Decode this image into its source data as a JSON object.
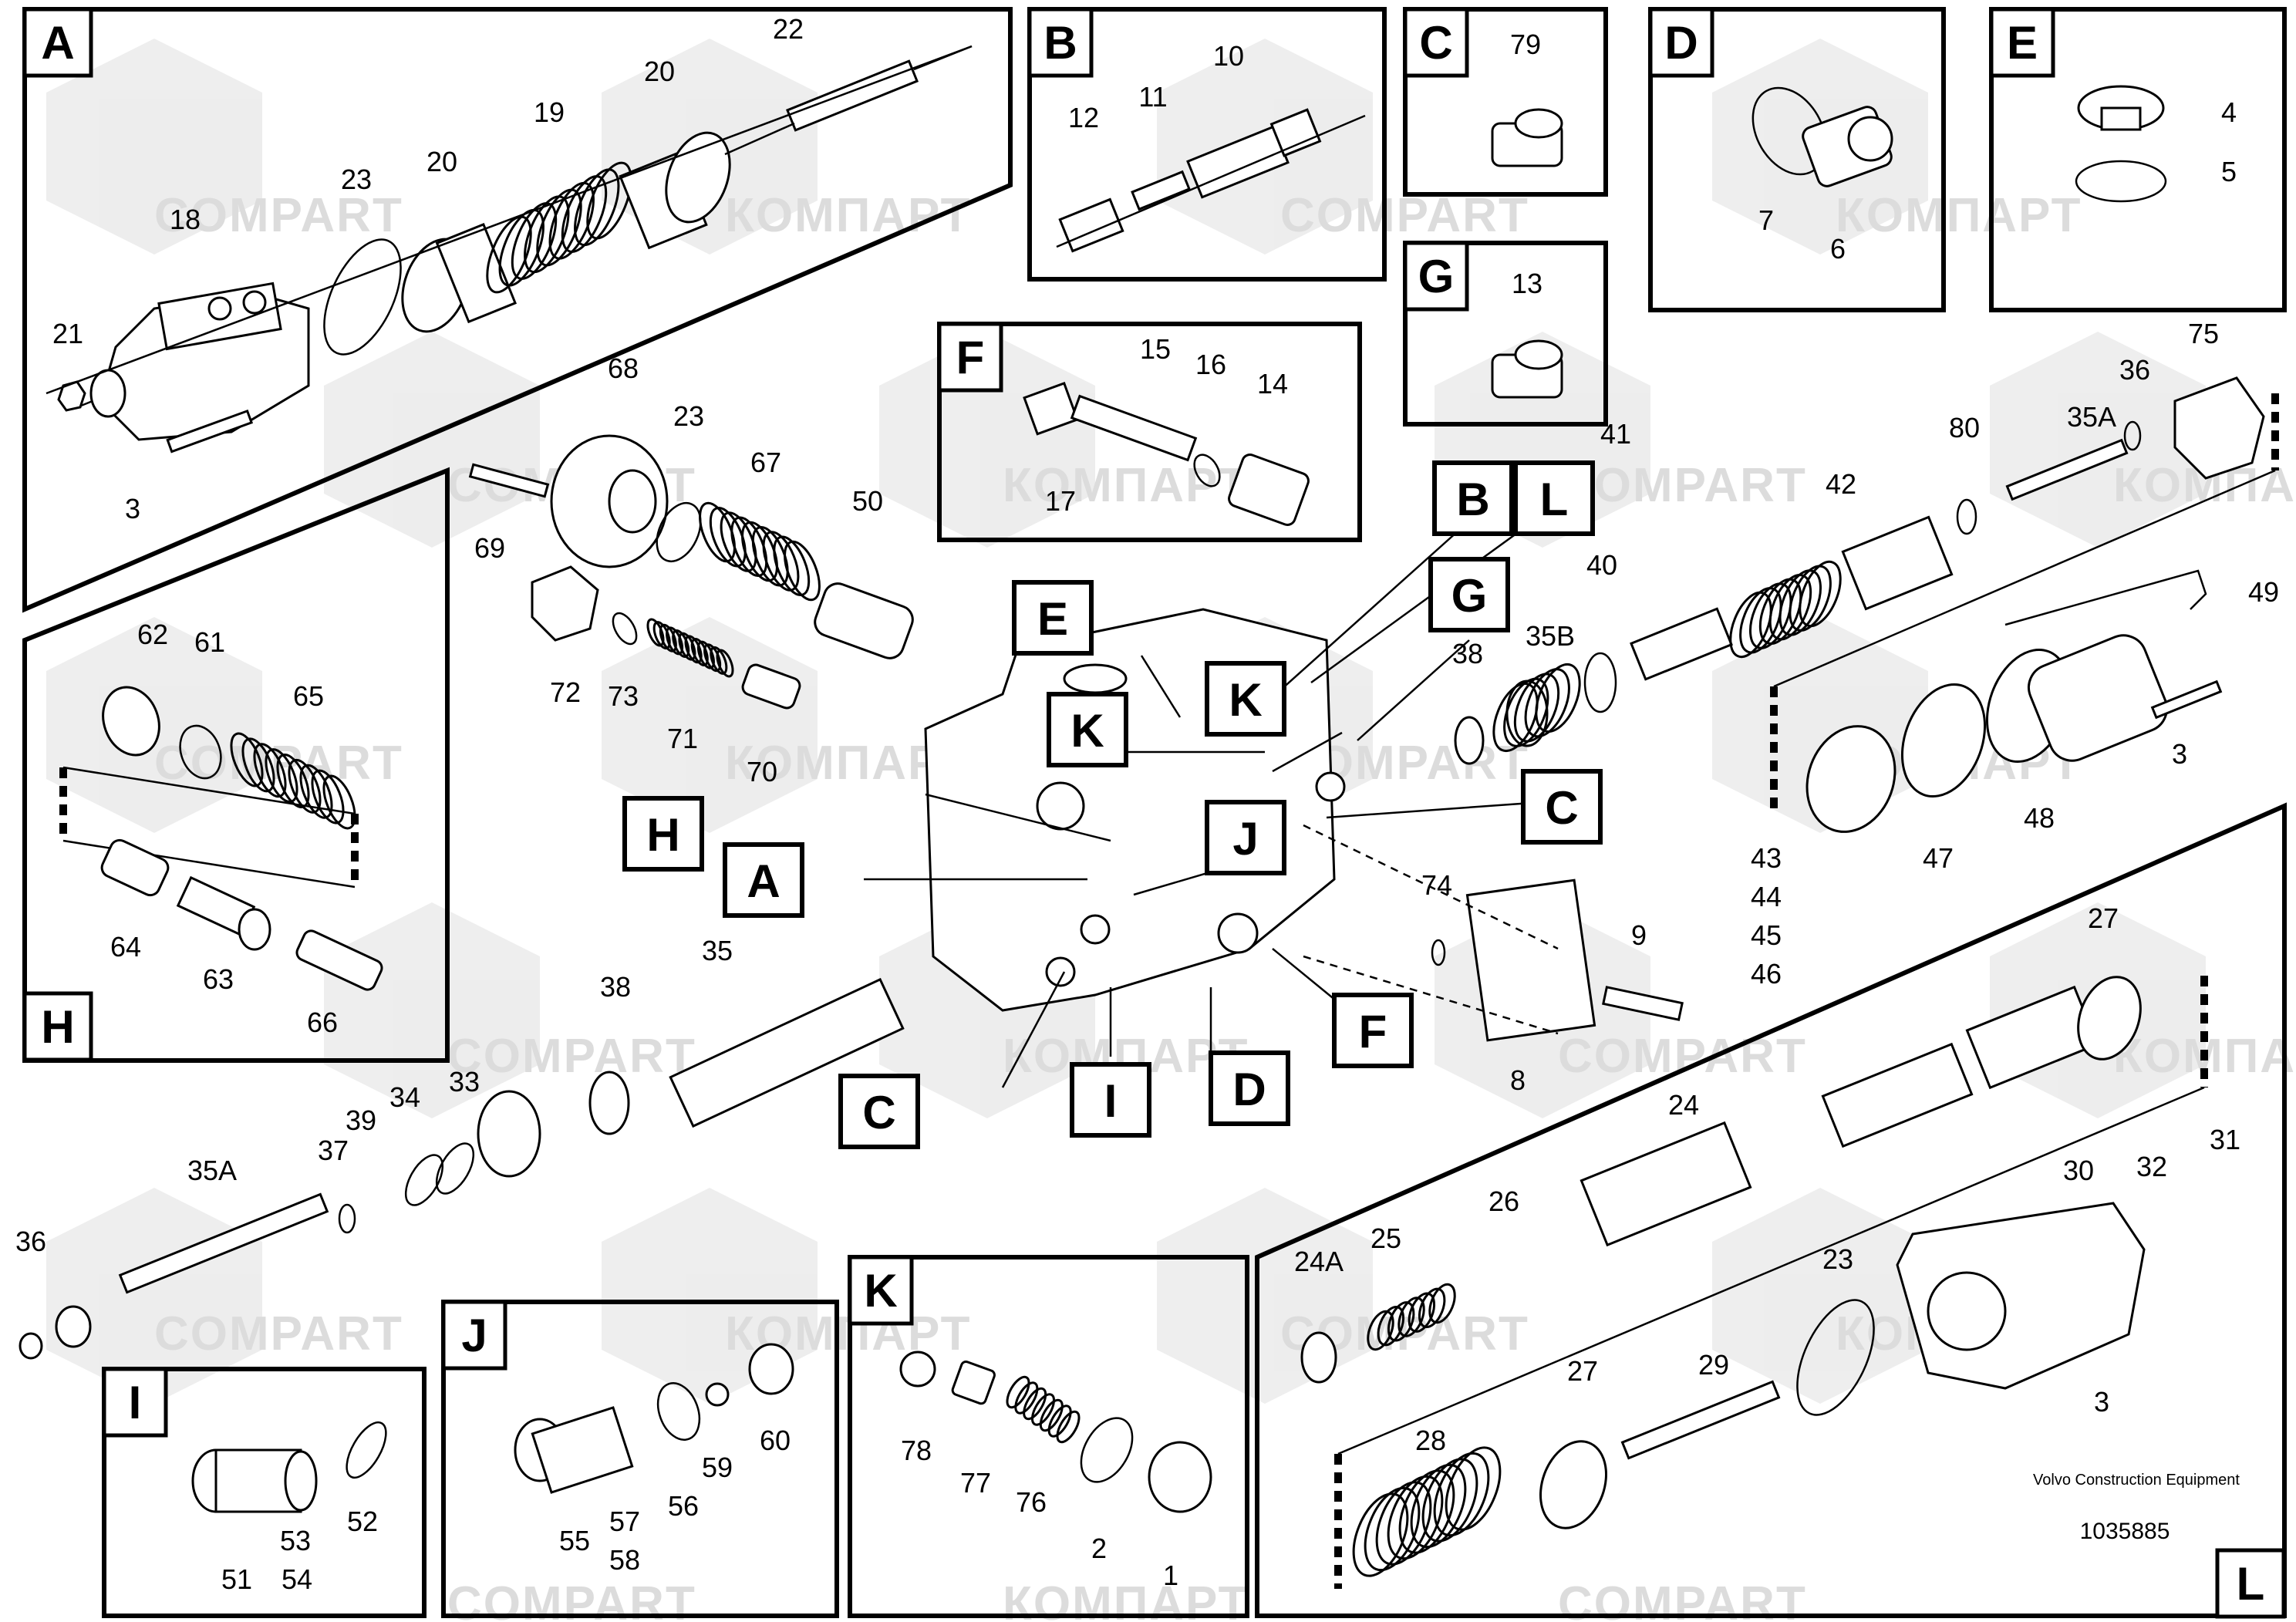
{
  "diagram_title": "Volvo Construction Equipment",
  "diagram_number": "1035885",
  "watermarks": [
    "COMPART",
    "КОМПАРТ"
  ],
  "panels": [
    {
      "letter": "A",
      "part_numbers": [
        "3",
        "18",
        "19",
        "20",
        "20",
        "21",
        "22",
        "23"
      ]
    },
    {
      "letter": "B",
      "part_numbers": [
        "10",
        "11",
        "12"
      ]
    },
    {
      "letter": "C",
      "part_numbers": [
        "79"
      ]
    },
    {
      "letter": "D",
      "part_numbers": [
        "6",
        "7"
      ]
    },
    {
      "letter": "E",
      "part_numbers": [
        "4",
        "5"
      ]
    },
    {
      "letter": "F",
      "part_numbers": [
        "14",
        "15",
        "16",
        "17"
      ]
    },
    {
      "letter": "G",
      "part_numbers": [
        "13"
      ]
    },
    {
      "letter": "H",
      "part_numbers": [
        "61",
        "62",
        "63",
        "64",
        "65",
        "66"
      ]
    },
    {
      "letter": "I",
      "part_numbers": [
        "51",
        "52",
        "53",
        "54"
      ]
    },
    {
      "letter": "J",
      "part_numbers": [
        "55",
        "56",
        "57",
        "58",
        "59",
        "60"
      ]
    },
    {
      "letter": "K",
      "part_numbers": [
        "1",
        "2",
        "76",
        "77",
        "78"
      ]
    },
    {
      "letter": "L",
      "part_numbers": [
        "3",
        "23",
        "24",
        "24A",
        "25",
        "26",
        "27",
        "27",
        "28",
        "29",
        "30",
        "31",
        "32"
      ]
    }
  ],
  "callouts": [
    "A",
    "B",
    "C",
    "C",
    "D",
    "E",
    "F",
    "G",
    "H",
    "I",
    "J",
    "K",
    "K",
    "L"
  ],
  "main_part_numbers": [
    "3",
    "8",
    "9",
    "33",
    "34",
    "35",
    "35A",
    "35A",
    "35B",
    "36",
    "36",
    "37",
    "38",
    "38",
    "39",
    "40",
    "41",
    "42",
    "43",
    "44",
    "45",
    "46",
    "47",
    "48",
    "49",
    "50",
    "67",
    "68",
    "69",
    "70",
    "71",
    "72",
    "73",
    "74",
    "75",
    "80",
    "23"
  ]
}
